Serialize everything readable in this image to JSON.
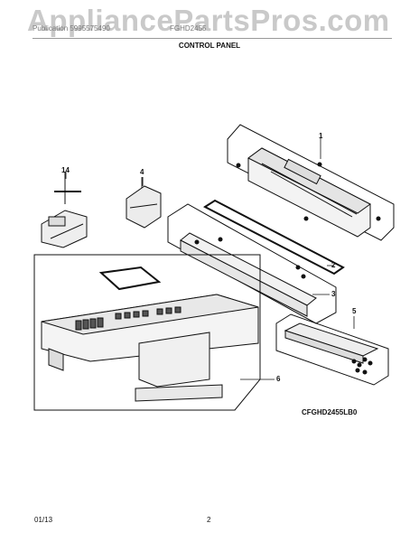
{
  "watermark": "AppliancePartsPros.com",
  "header": {
    "left_text": "Publication 5995575490",
    "right_text": "FGHD2455"
  },
  "title": "CONTROL PANEL",
  "callouts": {
    "c1": "1",
    "c2": "2",
    "c3": "3",
    "c4": "4",
    "c5": "5",
    "c6": "6",
    "c14": "14"
  },
  "model": "CFGHD2455LB0",
  "footer": {
    "date": "01/13",
    "page": "2"
  }
}
